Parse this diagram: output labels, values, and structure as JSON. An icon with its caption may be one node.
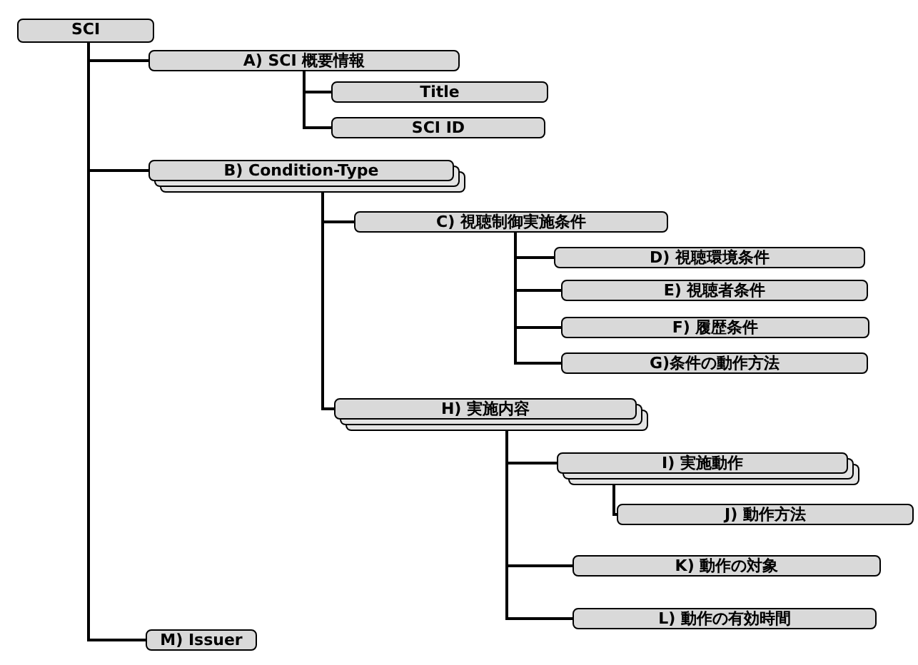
{
  "diagram": {
    "nodes": [
      {
        "text": [
          "SCI"
        ]
      },
      {
        "text": [
          "A) SCI 概要情報"
        ]
      },
      {
        "text": [
          "Title"
        ]
      },
      {
        "text": [
          "SCI ID"
        ]
      },
      {
        "text": [
          "B) Condition-Type"
        ]
      },
      {
        "text": [
          "C) 視聴制御実施条件"
        ]
      },
      {
        "text": [
          "D) 視聴環境条件"
        ]
      },
      {
        "text": [
          "E) 視聴者条件"
        ]
      },
      {
        "text": [
          "F) 履歴条件"
        ]
      },
      {
        "text": [
          "G)条件の動作方法"
        ]
      },
      {
        "text": [
          "H) 実施内容"
        ]
      },
      {
        "text": [
          "I) 実施動作"
        ]
      },
      {
        "text": [
          "J) 動作方法"
        ]
      },
      {
        "text": [
          "K) 動作の対象"
        ]
      },
      {
        "text": [
          "L) 動作の有効時間"
        ]
      },
      {
        "text": [
          "M) Issuer"
        ]
      }
    ],
    "edges": [
      {
        "from": 0,
        "to": 1,
        "arrow": "none"
      },
      {
        "from": 1,
        "to": 2,
        "arrow": "none"
      },
      {
        "from": 1,
        "to": 3,
        "arrow": "none"
      },
      {
        "from": 0,
        "to": 4,
        "arrow": "none"
      },
      {
        "from": 4,
        "to": 5,
        "arrow": "none"
      },
      {
        "from": 5,
        "to": 6,
        "arrow": "none"
      },
      {
        "from": 5,
        "to": 7,
        "arrow": "none"
      },
      {
        "from": 5,
        "to": 8,
        "arrow": "none"
      },
      {
        "from": 5,
        "to": 9,
        "arrow": "none"
      },
      {
        "from": 4,
        "to": 10,
        "arrow": "none"
      },
      {
        "from": 10,
        "to": 11,
        "arrow": "none"
      },
      {
        "from": 11,
        "to": 12,
        "arrow": "none"
      },
      {
        "from": 10,
        "to": 13,
        "arrow": "none"
      },
      {
        "from": 10,
        "to": 14,
        "arrow": "none"
      },
      {
        "from": 0,
        "to": 15,
        "arrow": "none"
      }
    ]
  }
}
